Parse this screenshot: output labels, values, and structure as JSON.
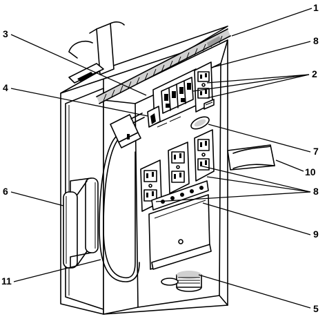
{
  "callouts": [
    {
      "id": "c1",
      "label": "1"
    },
    {
      "id": "c2",
      "label": "2"
    },
    {
      "id": "c3",
      "label": "3"
    },
    {
      "id": "c4",
      "label": "4"
    },
    {
      "id": "c5",
      "label": "5"
    },
    {
      "id": "c6",
      "label": "6"
    },
    {
      "id": "c7",
      "label": "7"
    },
    {
      "id": "c8a",
      "label": "8"
    },
    {
      "id": "c8b",
      "label": "8"
    },
    {
      "id": "c9",
      "label": "9"
    },
    {
      "id": "c10",
      "label": "10"
    },
    {
      "id": "c11",
      "label": "11"
    }
  ],
  "colors": {
    "line": "#000000",
    "fill": "#ffffff",
    "shade": "#9a9a9a"
  }
}
